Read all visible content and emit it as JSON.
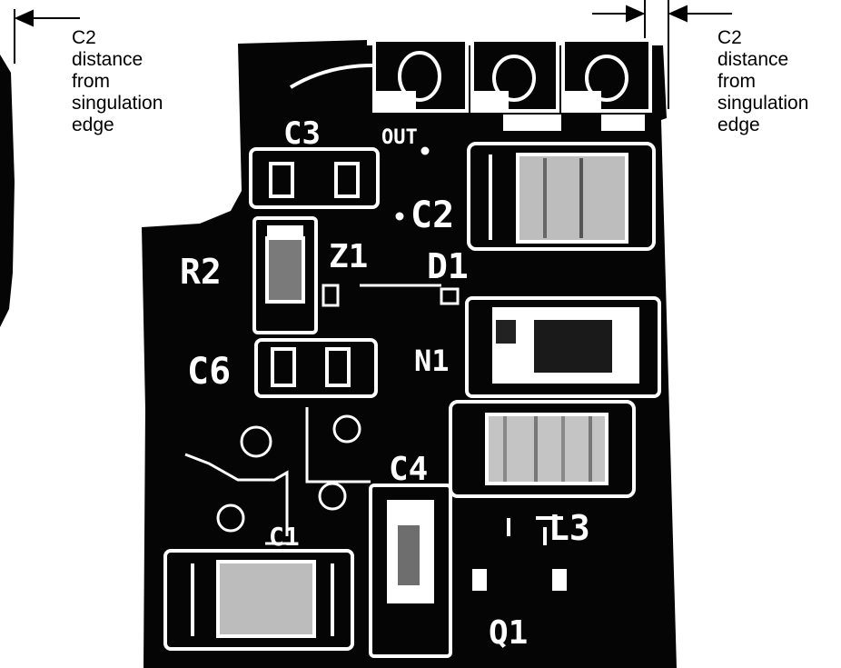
{
  "annotations": {
    "left": {
      "lines": [
        "C2",
        "distance",
        "from",
        "singulation",
        "edge"
      ]
    },
    "right": {
      "lines": [
        "C2",
        "distance",
        "from",
        "singulation",
        "edge"
      ]
    }
  },
  "board": {
    "designators": {
      "c3": "C3",
      "c2": "C2",
      "r2": "R2",
      "z1": "Z1",
      "d1": "D1",
      "c6": "C6",
      "n1": "N1",
      "c4": "C4",
      "c1": "C1",
      "l3": "L3",
      "q1": "Q1",
      "out": "OUT"
    }
  },
  "colors": {
    "board": "#050505",
    "silkscreen": "#ffffff",
    "background": "#ffffff",
    "text": "#000000"
  }
}
